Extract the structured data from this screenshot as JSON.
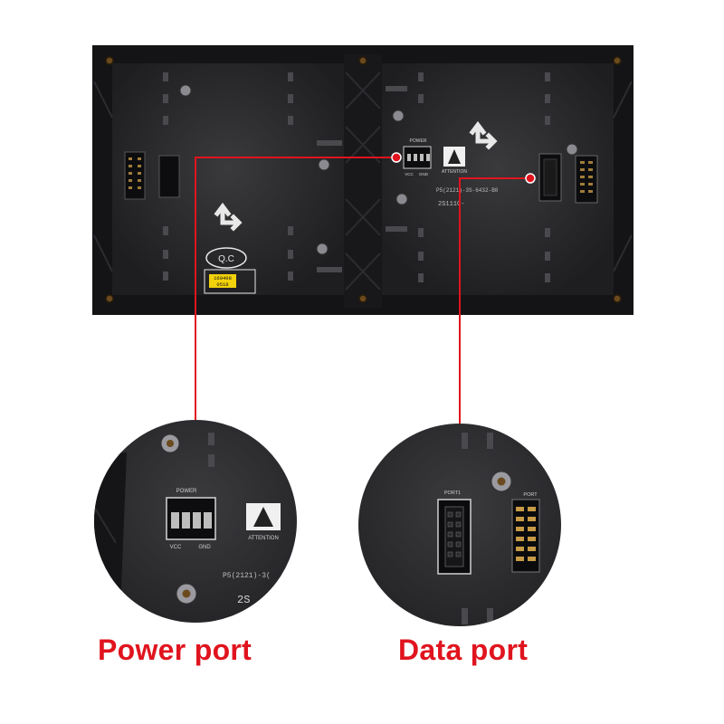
{
  "panel": {
    "qc_label": "Q.C",
    "qc_sticker_line1": "160408",
    "qc_sticker_line2": "0518",
    "power_header_label": "POWER",
    "power_pin_labels": [
      "VCC",
      "GND"
    ],
    "attention_label": "ATTENTION",
    "model_text": "P5(2121)-3S-6432-B0",
    "code_text": "2S111C-"
  },
  "zoom_power": {
    "power_header_label": "POWER",
    "pin_labels": [
      "VCC",
      "GND"
    ],
    "attention_label": "ATTENTION",
    "model_text": "P5(2121)-3(",
    "code_text": "2S"
  },
  "zoom_data": {
    "port_in_label": "PORT1",
    "port_out_label": "PORT"
  },
  "captions": {
    "power": "Power port",
    "data": "Data port"
  },
  "colors": {
    "callout_red": "#e0141e",
    "board": "#232325",
    "frame": "#141416"
  }
}
